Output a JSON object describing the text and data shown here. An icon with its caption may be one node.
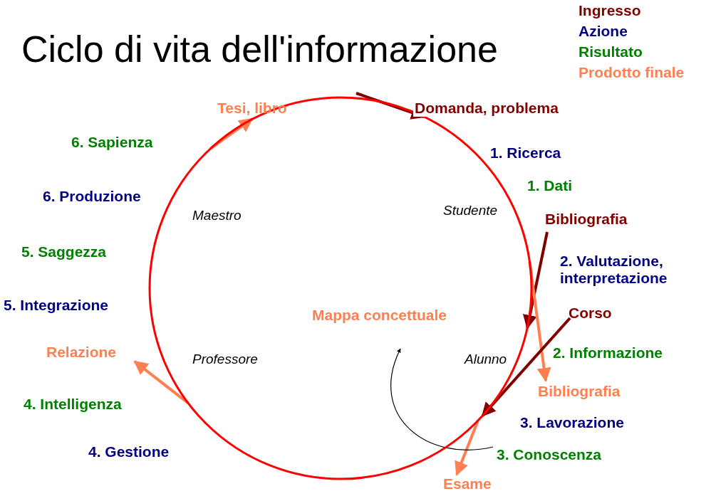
{
  "diagram": {
    "title": "Ciclo di vita dell'informazione",
    "nodes": [
      {
        "text": [
          "Mappa concettuale"
        ]
      },
      {
        "text": [
          "Tesi, libro"
        ]
      },
      {
        "text": [
          "Bibliografia"
        ]
      },
      {
        "text": [
          "Bibliografia"
        ]
      },
      {
        "text": [
          "Corso"
        ]
      },
      {
        "text": [
          "Relazione"
        ]
      },
      {
        "text": [
          "Esame"
        ]
      }
    ],
    "edges": [
      {
        "from": null,
        "to": 0,
        "arrow": "to",
        "label": "Domanda, problema",
        "color": "#800000"
      },
      {
        "from": 0,
        "to": 1,
        "arrow": "to",
        "color": "#ff7f50"
      },
      {
        "from": 2,
        "to": 0,
        "arrow": "to",
        "color": "#800000"
      },
      {
        "from": 0,
        "to": 3,
        "arrow": "to",
        "color": "#ff7f50"
      },
      {
        "from": 4,
        "to": 0,
        "arrow": "to",
        "color": "#800000"
      },
      {
        "from": 0,
        "to": 5,
        "arrow": "to",
        "color": "#ff7f50"
      },
      {
        "from": 0,
        "to": 6,
        "arrow": "to",
        "color": "#ff7f50"
      }
    ],
    "labels": [
      "6. Sapienza",
      "1. Ricerca",
      "6. Produzione",
      "1. Dati",
      "Maestro",
      "Studente",
      "5. Saggezza",
      "2. Valutazione, interpretazione",
      "5. Integrazione",
      "Professore",
      "Alunno",
      "2. Informazione",
      "4. Intelligenza",
      "3. Lavorazione",
      "4. Gestione",
      "3. Conoscenza"
    ],
    "legend": [
      {
        "text": "Ingresso",
        "color": "#800000"
      },
      {
        "text": "Azione",
        "color": "#000080"
      },
      {
        "text": "Risultato",
        "color": "#008000"
      },
      {
        "text": "Prodotto finale",
        "color": "#ff7f50"
      }
    ]
  }
}
